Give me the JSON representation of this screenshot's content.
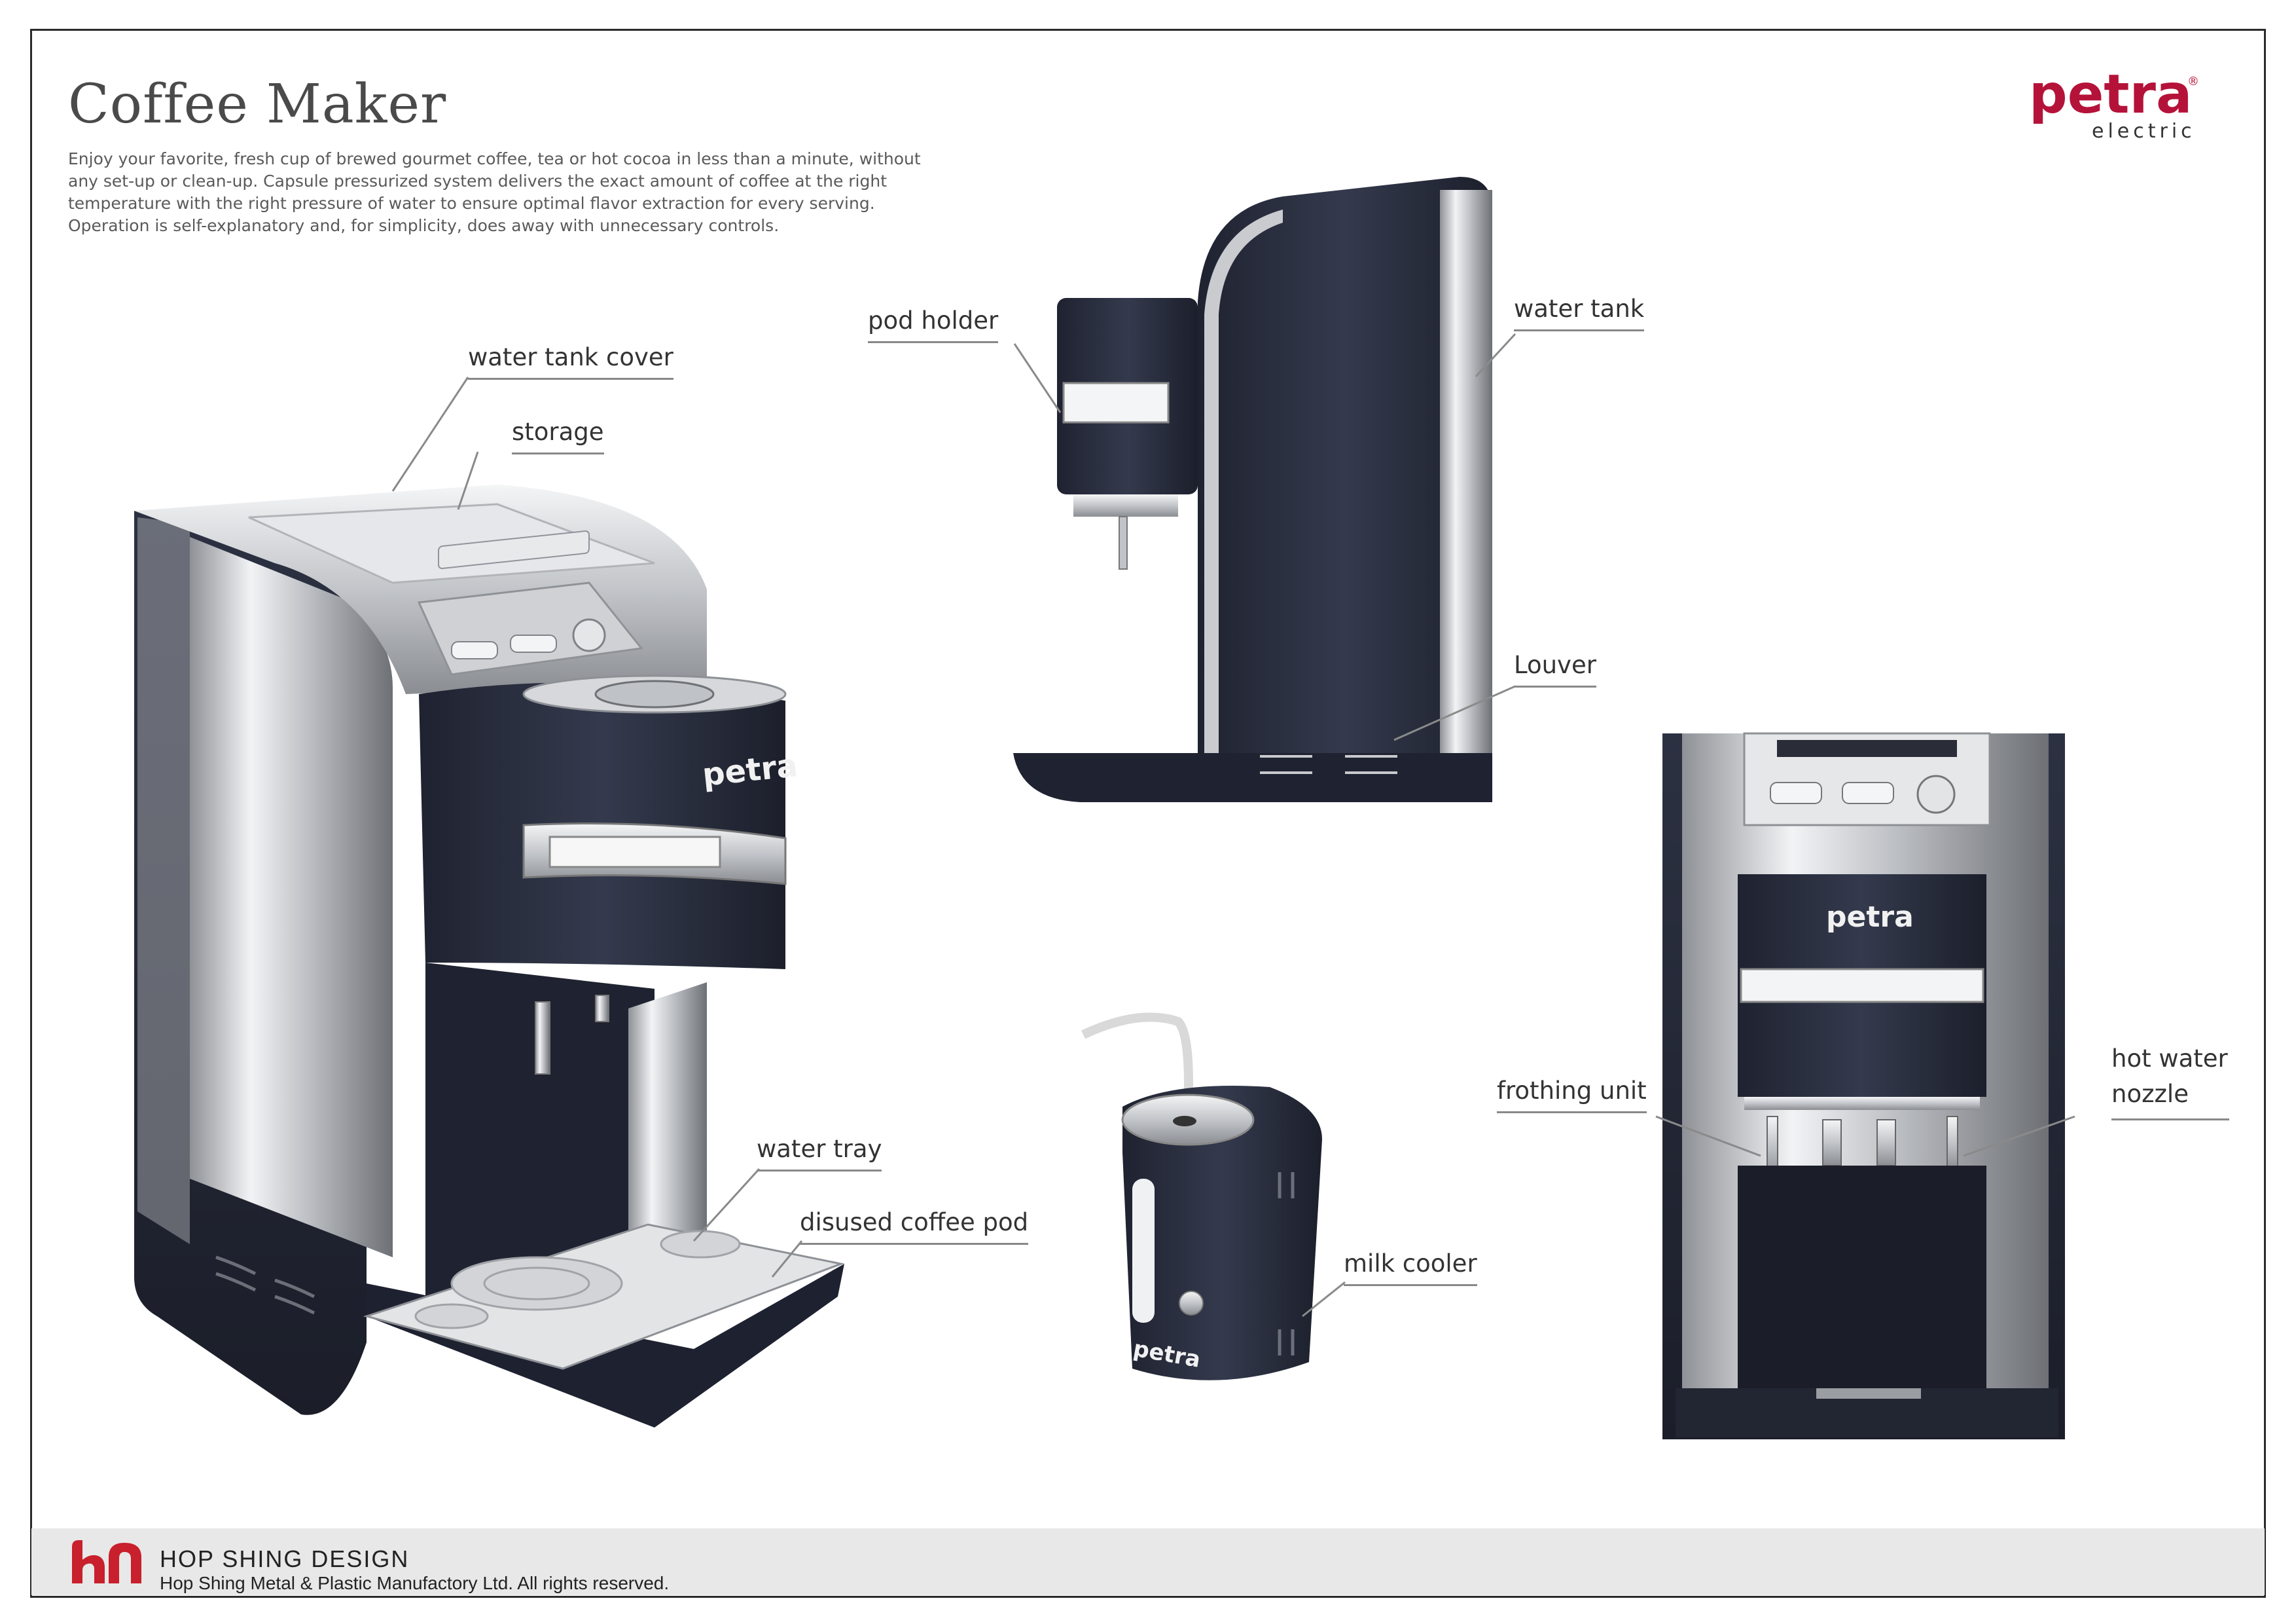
{
  "title": "Coffee Maker",
  "description": "Enjoy your favorite, fresh cup of brewed gourmet coffee, tea or hot cocoa in less than a minute, without any set-up or clean-up. Capsule pressurized system delivers the exact amount of coffee at the right temperature with the right pressure of water to ensure optimal flavor extraction for every serving. Operation is self-explanatory and, for simplicity, does away with unnecessary controls.",
  "brand": {
    "name": "petra",
    "sub": "electric",
    "reg": "®",
    "product_badge": "petra",
    "colors": {
      "brand_red": "#b5123a",
      "body_dark": "#2b2f3e",
      "chrome": "#c9cbcf"
    }
  },
  "labels": {
    "water_tank_cover": "water tank cover",
    "storage": "storage",
    "water_tray": "water tray",
    "disused_coffee_pod": "disused coffee pod",
    "pod_holder": "pod holder",
    "water_tank": "water tank",
    "louver": "Louver",
    "milk_cooler": "milk cooler",
    "frothing_unit": "frothing unit",
    "hot_water_nozzle": "hot water nozzle"
  },
  "footer": {
    "company": "HOP SHING DESIGN",
    "copyright": "Hop Shing Metal & Plastic Manufactory Ltd. All rights reserved."
  }
}
